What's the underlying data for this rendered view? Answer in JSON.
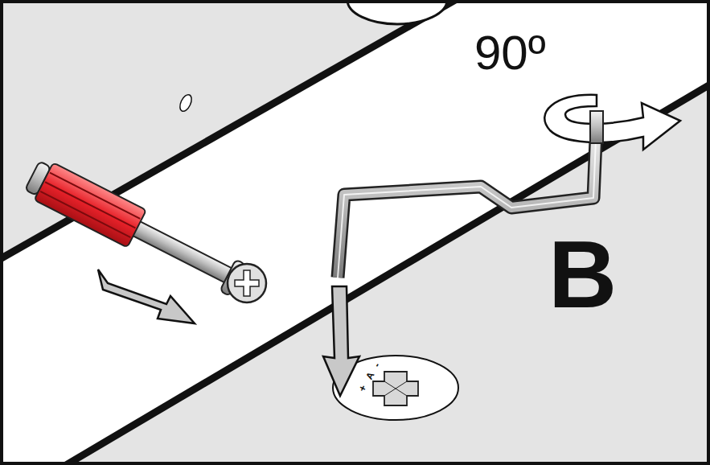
{
  "diagram": {
    "labels": [
      "90º",
      "B",
      "+",
      "A",
      "-"
    ]
  }
}
